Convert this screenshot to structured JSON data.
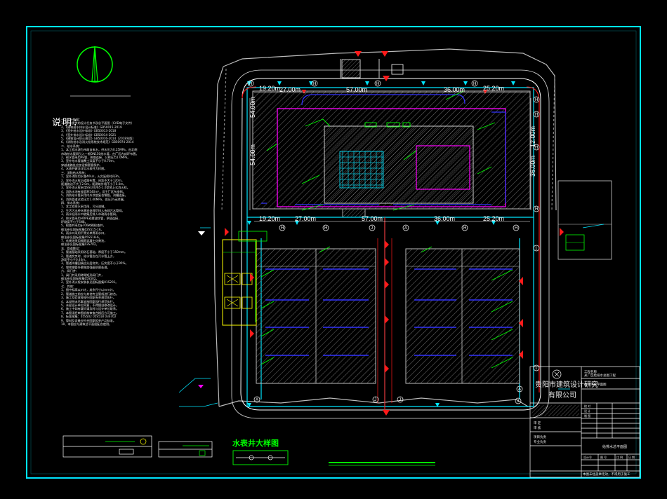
{
  "notes": {
    "title": "说明：",
    "lines": [
      "一、设计依据：",
      "1、甲方提供的设计任务书及总平面图（CAD电子文件）",
      "2、《建筑给水排水设计标准》GB50015-2019",
      "3、《室外给水设计标准》GB50013-2018",
      "4、《室外排水设计标准》GB50014-2021",
      "5、《建筑设计防火规范》GB50016-2014（2018年版）",
      "6、《消防给水及消火栓系统技术规范》GB50974-2014",
      "二、给水系统：",
      "1、本工程水源为市政自来水，供水压力0.25MPa，由北侧",
      "   市政给水管网引入一根DN150给水管，在厂区内成环布置。",
      "2、给水管采用PE管，热熔连接，公称压力1.0MPa。",
      "3、室外给水管道覆土深度不小于0.70m，",
      "   穿越道路处应加设钢套管保护。",
      "4、水表井做法详见水表井大样图。",
      "三、消防给水系统：",
      "1、室外消防用水量40L/s，火灾延续时间3h。",
      "2、室外消火栓沿道路布置，间距不大于120m，",
      "   距道路边不大于2.0m，距建筑外墙不小于5.0m。",
      "3、室外消火栓采用SS100/65-1.0型地上式消火栓。",
      "4、消防水池有效容积540m³，设于厂区东南侧。",
      "5、消防给水管采用内外涂塑复合钢管，沟槽连接。",
      "6、消防管道试验压力1.40MPa，保压2h无渗漏。",
      "四、排水系统：",
      "1、本工程排水采用雨、污分流制。",
      "2、生活污水经化粪池处理后排入市政污水管网。",
      "3、雨水经雨水口收集后排入市政雨水管网。",
      "4、排水管采用HDPE双壁波纹管，承插连接，",
      "   环刚度不小于SN8。",
      "5、检查井采用φ700砖砌检查井，",
      "   做法参见国标图集02S515-19。",
      "6、雨水口采用平箅式单箅雨水口，",
      "   做法参见国标图集05S518-6。",
      "7、化粪池采用钢筋混凝土化粪池，",
      "   做法参见国标图集03S702。",
      "五、管道敷设：",
      "1、管道基础采用砂石基础，厚度不小于150mm。",
      "2、管道交叉时，给水管应在污水管上方，",
      "   净距不小于0.40m。",
      "3、管道沟槽回填应分层夯实，压实度不小于95%。",
      "4、埋地钢管外壁做加强级防腐处理。",
      "六、阀门井：",
      "1、阀门井采用砖砌矩形阀门井，",
      "   做法参见国标图集05S502。",
      "2、室外消火栓安装参见国标图集01S201。",
      "七、其他：",
      "1、图中标高以m计，其余尺寸以mm计。",
      "2、管道施工前应与其他专业管线进行综合。",
      "3、施工及验收按现行国家有关规范执行。",
      "4、本说明未尽事宜按国家现行规范执行。",
      "5、未经设计单位同意，不得擅自修改设计。",
      "6、施工中如有疑问请及时与设计单位联系。",
      "7、本图须经审图机构审查合格后方可施工。",
      "8、标准图集：05S502  05S518  03S702",
      "9、管材及设备应符合国家相关产品标准。",
      "10、本图应与建筑总平面图配合使用。"
    ]
  },
  "dimensions": {
    "top_row": [
      "19.20m",
      "27.00m",
      "57.00m",
      "36.00m",
      "25.20m"
    ],
    "mid_row": [
      "19.20m",
      "27.00m",
      "57.00m",
      "36.00m",
      "25.20m"
    ],
    "left_col": [
      "54.00m",
      "54.00m"
    ],
    "right_col": [
      "12.00m",
      "36.00m"
    ]
  },
  "grid_labels": {
    "top": [
      "H",
      "H",
      "H",
      "H",
      "H",
      "H"
    ],
    "mid": [
      "H",
      "H",
      "J",
      "A",
      "H",
      "H"
    ],
    "bottom": [
      "A",
      "J",
      "J",
      "A",
      "J"
    ],
    "right": [
      "H",
      "H",
      "1",
      "1"
    ]
  },
  "detail": {
    "title": "水表井大样图"
  },
  "title_block": {
    "company_line1": "贵阳市建筑设计研究",
    "company_line2": "有限公司",
    "drawing_name": "给排水总平面图",
    "project_label": "工程名称",
    "project_name": "某厂区给排水总图工程",
    "rows": [
      "审 定",
      "审 核",
      "项目负责",
      "专业负责",
      "校 对",
      "设 计",
      "制 图"
    ],
    "field_labels": [
      "设计号",
      "图 号",
      "比 例",
      "日 期"
    ],
    "footer": "本图未经盖章无效，不得用于施工"
  },
  "colors": {
    "frame": "#00e5ff",
    "road": "#ffffff",
    "building": "#9b9b9b",
    "grid": "#00ffff",
    "water_pipe": "#00e5ff",
    "rain_pipe": "#3333ff",
    "fire_pipe": "#ff1a1a",
    "magenta": "#ff00ff",
    "green": "#00ff00",
    "yellow": "#ffff00"
  }
}
